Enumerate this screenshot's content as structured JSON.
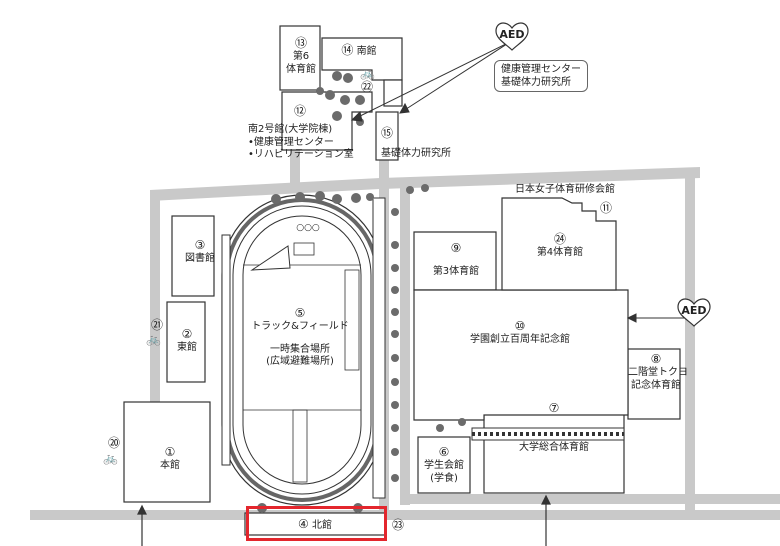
{
  "buildings": {
    "b1": {
      "num": "①",
      "name": "本館"
    },
    "b2": {
      "num": "②",
      "name": "東館"
    },
    "b3": {
      "num": "③",
      "name": "図書館"
    },
    "b4": {
      "num": "④",
      "name": "北館"
    },
    "b5": {
      "num": "⑤",
      "name": "トラック&フィールド",
      "note1": "一時集合場所",
      "note2": "(広域避難場所)"
    },
    "b6": {
      "num": "⑥",
      "name": "学生会館",
      "sub": "(学食)"
    },
    "b7": {
      "num": "⑦",
      "name": "大学総合体育館"
    },
    "b8": {
      "num": "⑧",
      "name1": "二階堂トクヨ",
      "name2": "記念体育館"
    },
    "b9": {
      "num": "⑨",
      "name": "第3体育館"
    },
    "b10": {
      "num": "⑩",
      "name": "学園創立百周年記念館"
    },
    "b11": {
      "num": "⑪",
      "name": "日本女子体育研修会館"
    },
    "b12": {
      "num": "⑫",
      "line1": "南2号館(大学院棟)",
      "line2": "•健康管理センター",
      "line3": "•リハビリテーション室"
    },
    "b13": {
      "num": "⑬",
      "line1": "第6",
      "line2": "体育館"
    },
    "b14": {
      "num": "⑭",
      "name": "南館"
    },
    "b15": {
      "num": "⑮",
      "name": "基礎体力研究所"
    },
    "b24": {
      "num": "㉔",
      "name": "第4体育館"
    }
  },
  "markers": {
    "m20": "⑳",
    "m21": "㉑",
    "m22": "㉒",
    "m23": "㉓"
  },
  "aed": {
    "label": "AED"
  },
  "callout": {
    "line1": "健康管理センター",
    "line2": "基礎体力研究所"
  },
  "track": {
    "dots": "○○○"
  },
  "bike_icon": "🚲",
  "colors": {
    "road": "#c9c9c9",
    "outline": "#333333",
    "highlight": "#e3262d",
    "tree": "#6b6b6b"
  }
}
